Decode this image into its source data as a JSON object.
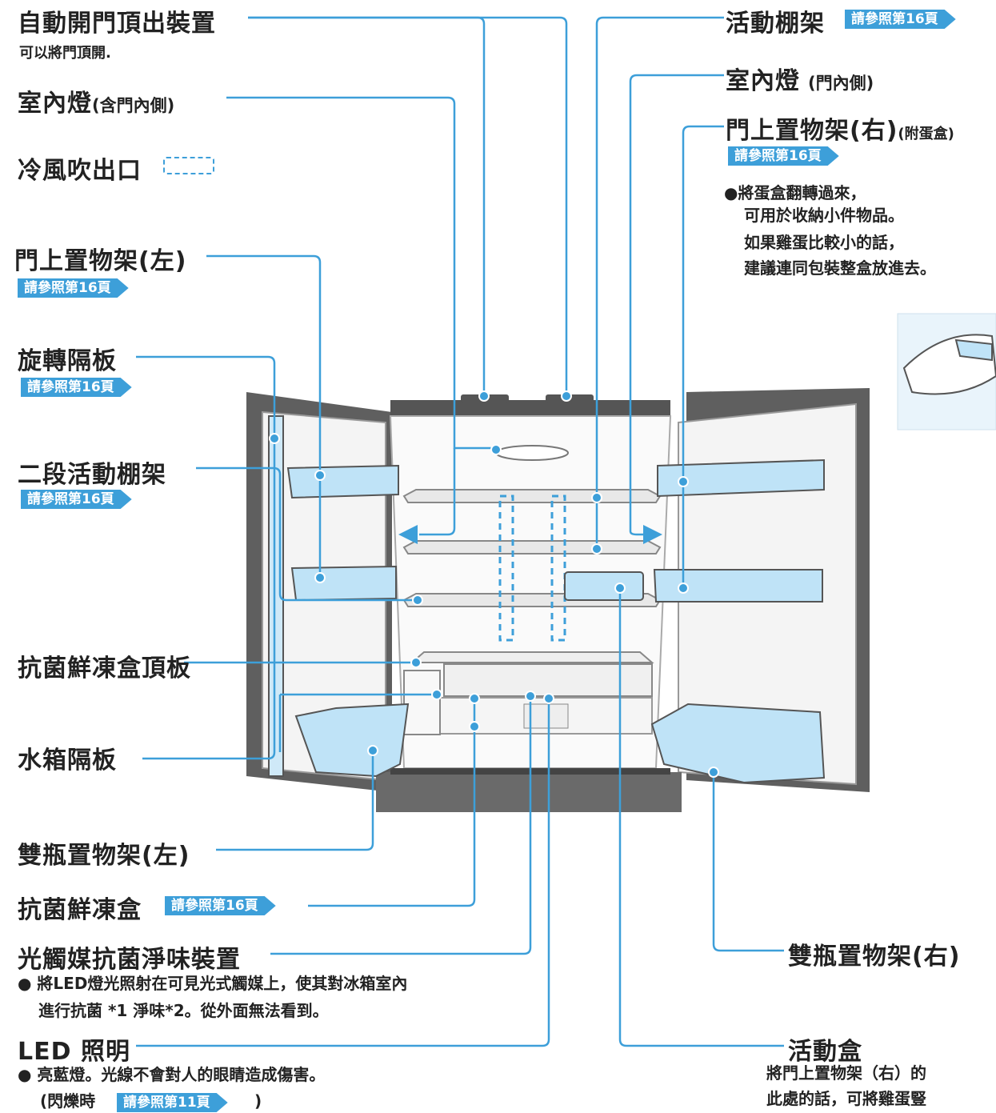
{
  "labels": {
    "auto_door": "自動開門頂出裝置",
    "auto_door_desc": "可以將門頂開.",
    "interior_light": "室內燈",
    "interior_light_sub": "(含門內側)",
    "cold_air_outlet": "冷風吹出口",
    "door_shelf_left": "門上置物架(左)",
    "rotating_divider": "旋轉隔板",
    "two_stage_shelf": "二段活動棚架",
    "fresh_box_top": "抗菌鮮凍盒頂板",
    "water_tank_divider": "水箱隔板",
    "bottle_shelf_left": "雙瓶置物架(左)",
    "fresh_box": "抗菌鮮凍盒",
    "photocatalyst": "光觸媒抗菌淨味裝置",
    "photocatalyst_note_1": "● 將LED燈光照射在可見光式觸媒上，使其對冰箱室內",
    "photocatalyst_note_2": "進行抗菌 *1 淨味*2。從外面無法看到。",
    "led": "LED 照明",
    "led_note": "● 亮藍燈。光線不會對人的眼睛造成傷害。",
    "led_note_2_pre": "(閃爍時",
    "led_note_2_post": ")",
    "movable_shelf": "活動棚架",
    "interior_light_right": "室內燈",
    "interior_light_right_sub": "(門內側)",
    "door_shelf_right": "門上置物架(右)",
    "door_shelf_right_sub": "(附蛋盒)",
    "egg_note_1": "●將蛋盒翻轉過來，",
    "egg_note_2": "可用於收納小件物品。",
    "egg_note_3": "如果雞蛋比較小的話，",
    "egg_note_4": "建議連同包裝整盒放進去。",
    "bottle_shelf_right": "雙瓶置物架(右)",
    "movable_box": "活動盒",
    "movable_box_note_1": "將門上置物架（右）的",
    "movable_box_note_2": "此處的話，可將雞蛋豎"
  },
  "badges": {
    "p16": "請參照第16頁",
    "p11": "請參照第11頁"
  },
  "colors": {
    "accent": "#3d9fd9",
    "part_fill": "#bfe3f7",
    "fridge_frame": "#5f5f5f"
  }
}
